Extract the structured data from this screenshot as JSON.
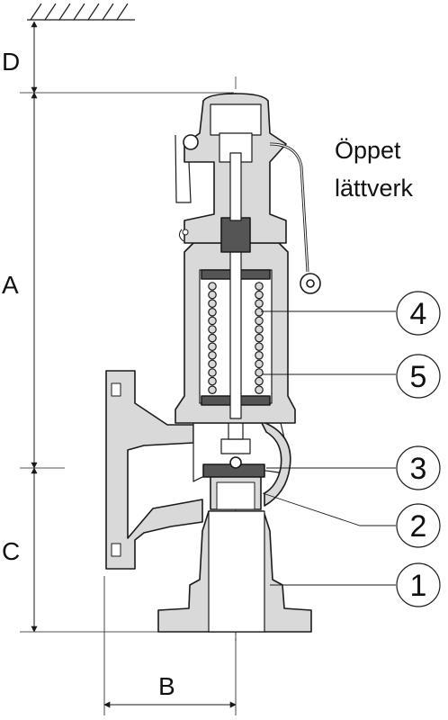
{
  "title": {
    "line1": "Öppet",
    "line2": "lättverk"
  },
  "dimensions": {
    "D": "D",
    "A": "A",
    "C": "C",
    "B": "B"
  },
  "callouts": [
    {
      "id": "4",
      "label": "4"
    },
    {
      "id": "5",
      "label": "5"
    },
    {
      "id": "3",
      "label": "3"
    },
    {
      "id": "2",
      "label": "2"
    },
    {
      "id": "1",
      "label": "1"
    }
  ],
  "colors": {
    "line": "#1a1a1a",
    "body_fill": "#d9d9d9",
    "seal_fill": "#555555",
    "background": "#ffffff"
  }
}
